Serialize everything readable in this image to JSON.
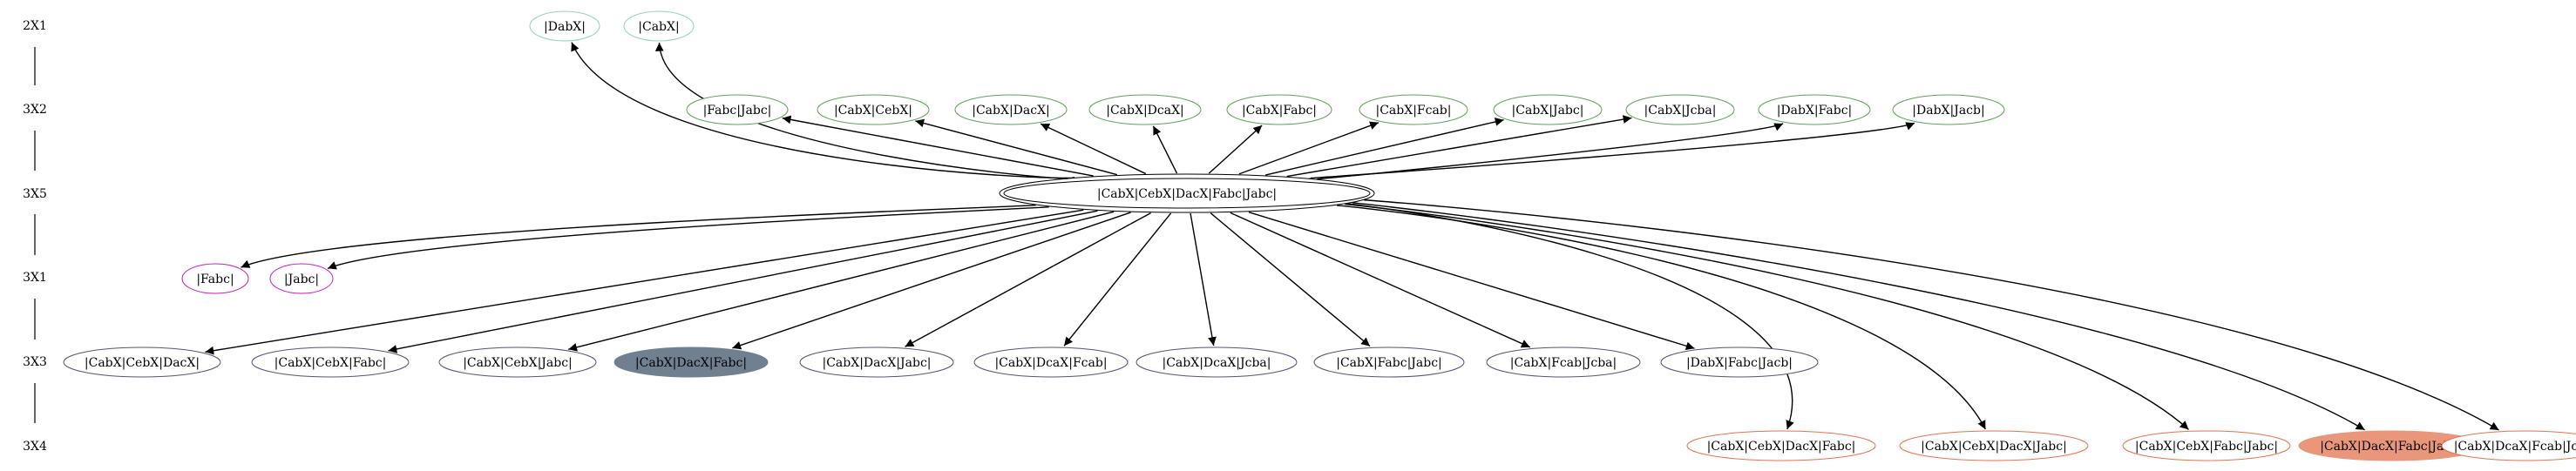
{
  "ranks": [
    {
      "id": "2X1",
      "label": "2X1"
    },
    {
      "id": "3X2",
      "label": "3X2"
    },
    {
      "id": "3X5",
      "label": "3X5"
    },
    {
      "id": "3X1",
      "label": "3X1"
    },
    {
      "id": "3X3",
      "label": "3X3"
    },
    {
      "id": "3X4",
      "label": "3X4"
    }
  ],
  "colors": {
    "rank_2X1": "#8fd3c0",
    "rank_3X2": "#5fa35a",
    "rank_3X5": "#000000",
    "rank_3X1": "#c41cc4",
    "rank_3X3": "#55557a",
    "rank_3X4": "#e8734f",
    "fill_dark": "#708090",
    "fill_salmon": "#e9967a",
    "edge": "#000000"
  },
  "center": {
    "id": "c",
    "label": "|CabX|CebX|DacX|Fabc|Jabc|",
    "rank": "3X5"
  },
  "nodes": [
    {
      "id": "n2a",
      "label": "|DabX|",
      "rank": "2X1"
    },
    {
      "id": "n2b",
      "label": "|CabX|",
      "rank": "2X1"
    },
    {
      "id": "n3a",
      "label": "|Fabc|Jabc|",
      "rank": "3X2"
    },
    {
      "id": "n3b",
      "label": "|CabX|CebX|",
      "rank": "3X2"
    },
    {
      "id": "n3c",
      "label": "|CabX|DacX|",
      "rank": "3X2"
    },
    {
      "id": "n3d",
      "label": "|CabX|DcaX|",
      "rank": "3X2"
    },
    {
      "id": "n3e",
      "label": "|CabX|Fabc|",
      "rank": "3X2"
    },
    {
      "id": "n3f",
      "label": "|CabX|Fcab|",
      "rank": "3X2"
    },
    {
      "id": "n3g",
      "label": "|CabX|Jabc|",
      "rank": "3X2"
    },
    {
      "id": "n3h",
      "label": "|CabX|Jcba|",
      "rank": "3X2"
    },
    {
      "id": "n3i",
      "label": "|DabX|Fabc|",
      "rank": "3X2"
    },
    {
      "id": "n3j",
      "label": "|DabX|Jacb|",
      "rank": "3X2"
    },
    {
      "id": "n1a",
      "label": "|Fabc|",
      "rank": "3X1"
    },
    {
      "id": "n1b",
      "label": "|Jabc|",
      "rank": "3X1"
    },
    {
      "id": "r3a",
      "label": "|CabX|CebX|DacX|",
      "rank": "3X3"
    },
    {
      "id": "r3b",
      "label": "|CabX|CebX|Fabc|",
      "rank": "3X3"
    },
    {
      "id": "r3c",
      "label": "|CabX|CebX|Jabc|",
      "rank": "3X3"
    },
    {
      "id": "r3d",
      "label": "|CabX|DacX|Fabc|",
      "rank": "3X3",
      "filled": "fill_dark"
    },
    {
      "id": "r3e",
      "label": "|CabX|DacX|Jabc|",
      "rank": "3X3"
    },
    {
      "id": "r3f",
      "label": "|CabX|DcaX|Fcab|",
      "rank": "3X3"
    },
    {
      "id": "r3g",
      "label": "|CabX|DcaX|Jcba|",
      "rank": "3X3"
    },
    {
      "id": "r3h",
      "label": "|CabX|Fabc|Jabc|",
      "rank": "3X3"
    },
    {
      "id": "r3i",
      "label": "|CabX|Fcab|Jcba|",
      "rank": "3X3"
    },
    {
      "id": "r3j",
      "label": "|DabX|Fabc|Jacb|",
      "rank": "3X3"
    },
    {
      "id": "r4a",
      "label": "|CabX|CebX|DacX|Fabc|",
      "rank": "3X4"
    },
    {
      "id": "r4b",
      "label": "|CabX|CebX|DacX|Jabc|",
      "rank": "3X4"
    },
    {
      "id": "r4c",
      "label": "|CabX|CebX|Fabc|Jabc|",
      "rank": "3X4"
    },
    {
      "id": "r4d",
      "label": "|CabX|DacX|Fabc|Jabc|",
      "rank": "3X4",
      "filled": "fill_salmon"
    },
    {
      "id": "r4e",
      "label": "|CabX|DcaX|Fcab|Jcba|",
      "rank": "3X4"
    }
  ],
  "edges": [
    {
      "from": "c",
      "to": "n2a"
    },
    {
      "from": "c",
      "to": "n2b"
    },
    {
      "from": "c",
      "to": "n3a"
    },
    {
      "from": "c",
      "to": "n3b"
    },
    {
      "from": "c",
      "to": "n3c"
    },
    {
      "from": "c",
      "to": "n3d"
    },
    {
      "from": "c",
      "to": "n3e"
    },
    {
      "from": "c",
      "to": "n3f"
    },
    {
      "from": "c",
      "to": "n3g"
    },
    {
      "from": "c",
      "to": "n3h"
    },
    {
      "from": "c",
      "to": "n3i"
    },
    {
      "from": "c",
      "to": "n3j"
    },
    {
      "from": "c",
      "to": "n1a"
    },
    {
      "from": "c",
      "to": "n1b"
    },
    {
      "from": "c",
      "to": "r3a"
    },
    {
      "from": "c",
      "to": "r3b"
    },
    {
      "from": "c",
      "to": "r3c"
    },
    {
      "from": "c",
      "to": "r3d"
    },
    {
      "from": "c",
      "to": "r3e"
    },
    {
      "from": "c",
      "to": "r3f"
    },
    {
      "from": "c",
      "to": "r3g"
    },
    {
      "from": "c",
      "to": "r3h"
    },
    {
      "from": "c",
      "to": "r3i"
    },
    {
      "from": "c",
      "to": "r3j"
    },
    {
      "from": "c",
      "to": "r4a"
    },
    {
      "from": "c",
      "to": "r4b"
    },
    {
      "from": "c",
      "to": "r4c"
    },
    {
      "from": "c",
      "to": "r4d"
    },
    {
      "from": "c",
      "to": "r4e"
    }
  ]
}
